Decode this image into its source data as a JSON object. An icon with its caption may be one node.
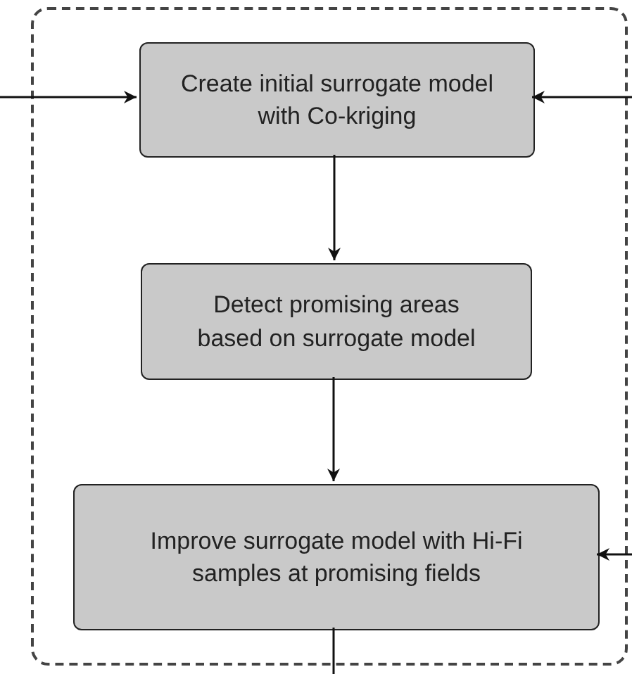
{
  "diagram": {
    "nodes": [
      {
        "text": [],
        "shape": "box"
      },
      {
        "text": [
          "Create initial surrogate model with Co-kriging"
        ],
        "in": 0
      },
      {
        "text": [
          "Detect promising areas based on surrogate model"
        ],
        "in": 0
      },
      {
        "text": [
          "Improve surrogate model with Hi-Fi samples at promising fields"
        ],
        "in": 0
      }
    ],
    "edges": [
      {
        "from": null,
        "to": 1,
        "arrow": "to"
      },
      {
        "from": null,
        "to": 1,
        "arrow": "to"
      },
      {
        "from": 1,
        "to": 2,
        "arrow": "to"
      },
      {
        "from": 2,
        "to": 3,
        "arrow": "to"
      },
      {
        "from": null,
        "to": 3,
        "arrow": "to"
      },
      {
        "from": 3,
        "to": null,
        "arrow": "none"
      }
    ]
  }
}
